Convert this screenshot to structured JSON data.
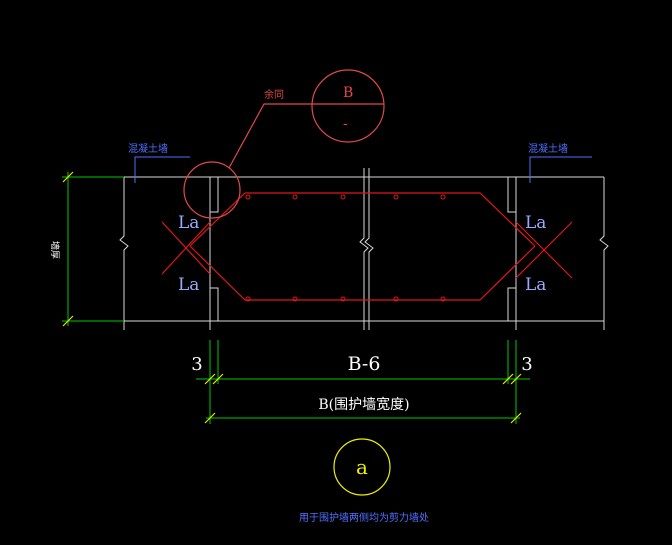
{
  "colors": {
    "background": "#000000",
    "wall": "#d8d8d8",
    "dimension": "#00c800",
    "rebar": "#e01818",
    "callout": "#e24848",
    "leader_label": "#5070ff",
    "bubble": "#f0f000",
    "tick": "#e6e600"
  },
  "callout": {
    "label": "余同",
    "top_text": "B",
    "bottom_text": "-"
  },
  "walls": {
    "left_label": "混凝土墙",
    "right_label": "混凝土墙"
  },
  "anchors": {
    "left_top": "La",
    "left_bottom": "La",
    "right_top": "La",
    "right_bottom": "La"
  },
  "dims": {
    "height_label": "墙厚",
    "left_offset": "3",
    "center": "B-6",
    "right_offset": "3",
    "total": "B(围护墙宽度)"
  },
  "bubble": {
    "label": "a"
  },
  "caption": "用于围护墙两侧均为剪力墙处"
}
